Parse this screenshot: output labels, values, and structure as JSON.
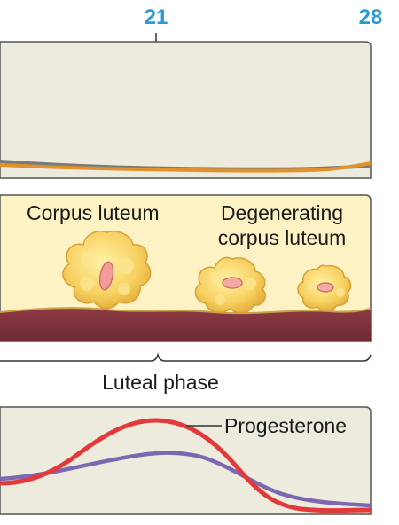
{
  "colors": {
    "day_blue": "#2a9ad6",
    "panel_bg": "#ecebdd",
    "ovary_bg": "#fcf2c4",
    "tissue_red": "#7e2f3a",
    "progesterone": "#e23a3a",
    "estrogen": "#7b68b0",
    "hormone_grey": "#7a7a7a",
    "hormone_orange": "#e2922a"
  },
  "timeline": {
    "day_21": "21",
    "day_28": "28"
  },
  "ovary": {
    "corpus_luteum": "Corpus luteum",
    "degenerating_line1": "Degenerating",
    "degenerating_line2": "corpus luteum"
  },
  "phase": {
    "label": "Luteal phase"
  },
  "hormones": {
    "progesterone_label": "Progesterone"
  }
}
